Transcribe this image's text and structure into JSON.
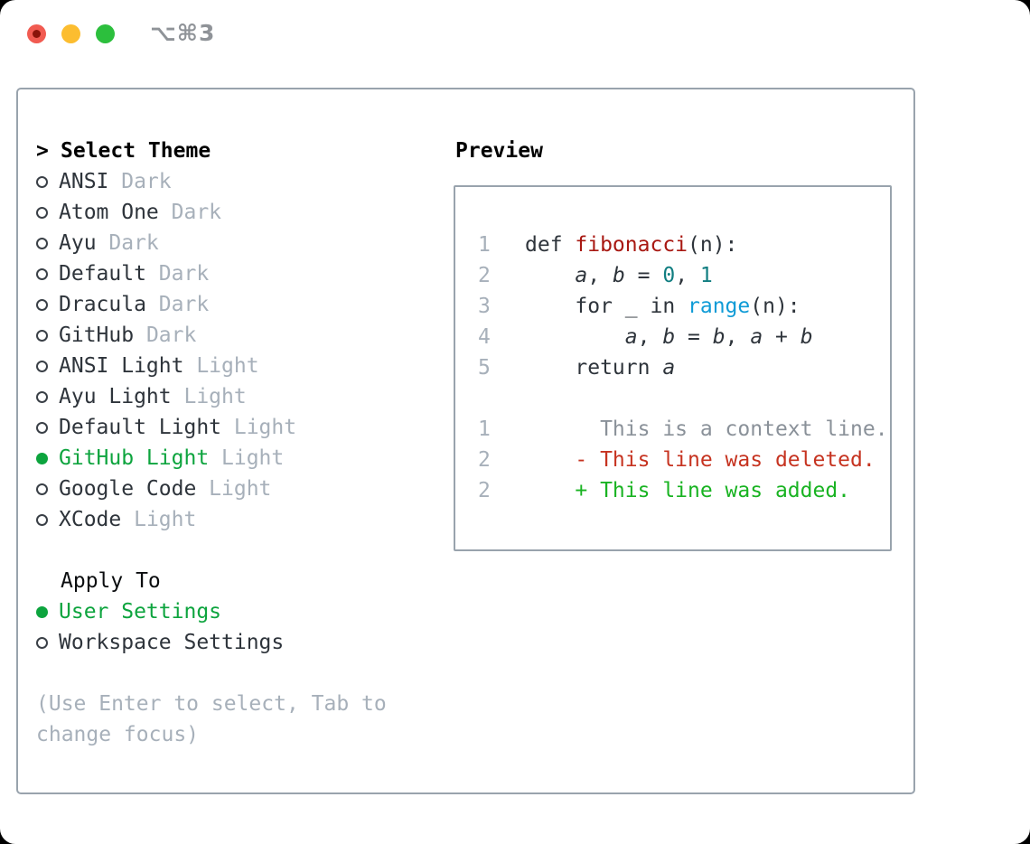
{
  "window": {
    "title": "⌥⌘3"
  },
  "traffic_lights": {
    "red": "#f15b51",
    "red_dot": "#8a1309",
    "yellow": "#fcbd30",
    "green": "#2cbf3d"
  },
  "theme_picker": {
    "header_prefix": ">",
    "header": "Select Theme",
    "items": [
      {
        "name": "ANSI",
        "tag": "Dark",
        "selected": false
      },
      {
        "name": "Atom One",
        "tag": "Dark",
        "selected": false
      },
      {
        "name": "Ayu",
        "tag": "Dark",
        "selected": false
      },
      {
        "name": "Default",
        "tag": "Dark",
        "selected": false
      },
      {
        "name": "Dracula",
        "tag": "Dark",
        "selected": false
      },
      {
        "name": "GitHub",
        "tag": "Dark",
        "selected": false
      },
      {
        "name": "ANSI Light",
        "tag": "Light",
        "selected": false
      },
      {
        "name": "Ayu Light",
        "tag": "Light",
        "selected": false
      },
      {
        "name": "Default Light",
        "tag": "Light",
        "selected": false
      },
      {
        "name": "GitHub Light",
        "tag": "Light",
        "selected": true
      },
      {
        "name": "Google Code",
        "tag": "Light",
        "selected": false
      },
      {
        "name": "XCode",
        "tag": "Light",
        "selected": false
      }
    ],
    "apply_to": {
      "header": "Apply To",
      "options": [
        {
          "name": "User Settings",
          "selected": true
        },
        {
          "name": "Workspace Settings",
          "selected": false
        }
      ]
    },
    "hint": "(Use Enter to select, Tab to change focus)"
  },
  "preview": {
    "header": "Preview",
    "code_lines": [
      {
        "no": "1",
        "tokens": [
          [
            "p",
            "def "
          ],
          [
            "fn",
            "fibonacci"
          ],
          [
            "p",
            "(n):"
          ]
        ]
      },
      {
        "no": "2",
        "tokens": [
          [
            "p",
            "    "
          ],
          [
            "v",
            "a"
          ],
          [
            "p",
            ", "
          ],
          [
            "v",
            "b"
          ],
          [
            "p",
            " = "
          ],
          [
            "n",
            "0"
          ],
          [
            "p",
            ", "
          ],
          [
            "n",
            "1"
          ]
        ]
      },
      {
        "no": "3",
        "tokens": [
          [
            "p",
            "    for _ in "
          ],
          [
            "b",
            "range"
          ],
          [
            "p",
            "(n):"
          ]
        ]
      },
      {
        "no": "4",
        "tokens": [
          [
            "p",
            "        "
          ],
          [
            "v",
            "a"
          ],
          [
            "p",
            ", "
          ],
          [
            "v",
            "b"
          ],
          [
            "p",
            " = "
          ],
          [
            "v",
            "b"
          ],
          [
            "p",
            ", "
          ],
          [
            "v",
            "a"
          ],
          [
            "p",
            " + "
          ],
          [
            "v",
            "b"
          ]
        ]
      },
      {
        "no": "5",
        "tokens": [
          [
            "p",
            "    return "
          ],
          [
            "v",
            "a"
          ]
        ]
      },
      {
        "no": "",
        "tokens": []
      },
      {
        "no": "1",
        "tokens": [
          [
            "ctx",
            "      This is a context line."
          ]
        ]
      },
      {
        "no": "2",
        "tokens": [
          [
            "del",
            "    - This line was deleted."
          ]
        ]
      },
      {
        "no": "2",
        "tokens": [
          [
            "add",
            "    + This line was added."
          ]
        ]
      }
    ]
  },
  "colors": {
    "panel_border": "#99a3ad",
    "text_dark": "#2e343b",
    "gray_muted": "#a7b0ba",
    "hint_gray": "#a7b0ba",
    "green_selected": "#0da43e",
    "code_plain": "#2e343b",
    "code_function_red": "#a81812",
    "code_number_teal": "#117e81",
    "code_builtin_blue": "#0f9bd6",
    "diff_context_gray": "#8a9199",
    "diff_deleted_red": "#c63320",
    "diff_added_green": "#19b322",
    "lineno_gray": "#a7b0ba",
    "titlebar_text": "#8f9398",
    "light_red": "#f15b51",
    "light_red_dot": "#8a1309",
    "light_yellow": "#fcbd30",
    "light_green": "#2cbf3d"
  }
}
